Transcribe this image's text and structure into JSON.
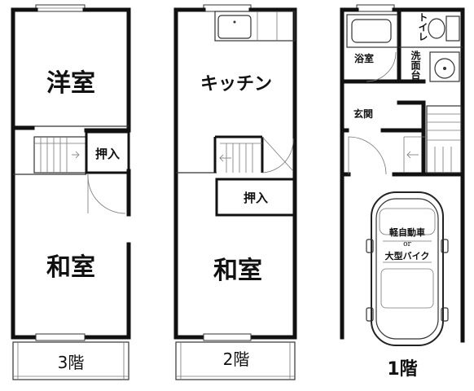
{
  "floor3": {
    "rooms": {
      "western": "洋室",
      "closet": "押入",
      "japanese": "和室"
    },
    "label": "3階"
  },
  "floor2": {
    "rooms": {
      "kitchen": "キッチン",
      "closet": "押入",
      "japanese": "和室"
    },
    "label": "2階"
  },
  "floor1": {
    "rooms": {
      "bath": "浴室",
      "toilet": "トイレ",
      "washroom": "洗面台",
      "entrance": "玄関"
    },
    "parking": {
      "line1": "軽自動車",
      "line2": "or",
      "line3": "大型バイク"
    },
    "label": "1階"
  }
}
